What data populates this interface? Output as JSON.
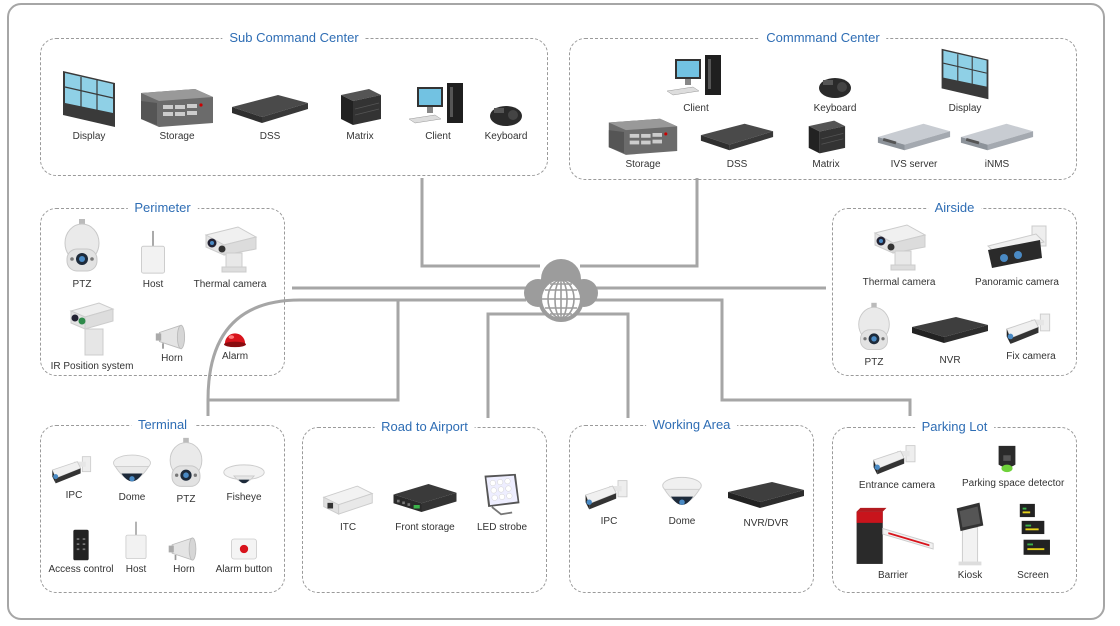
{
  "colors": {
    "title": "#2e6db4",
    "line": "#a6a6a6",
    "label": "#333333"
  },
  "hub": {
    "icon": "cloud-globe-icon"
  },
  "groups": [
    {
      "id": "sub-command-center",
      "title": "Sub Command Center",
      "devices": [
        {
          "label": "Display",
          "icon": "video-wall-icon"
        },
        {
          "label": "Storage",
          "icon": "storage-server-icon"
        },
        {
          "label": "DSS",
          "icon": "rack-server-icon"
        },
        {
          "label": "Matrix",
          "icon": "matrix-box-icon"
        },
        {
          "label": "Client",
          "icon": "desktop-pc-icon"
        },
        {
          "label": "Keyboard",
          "icon": "control-keyboard-icon"
        }
      ]
    },
    {
      "id": "command-center",
      "title": "Commmand Center",
      "devices": [
        {
          "label": "Client",
          "icon": "desktop-pc-icon"
        },
        {
          "label": "Keyboard",
          "icon": "control-keyboard-icon"
        },
        {
          "label": "Display",
          "icon": "video-wall-icon"
        },
        {
          "label": "Storage",
          "icon": "storage-server-icon"
        },
        {
          "label": "DSS",
          "icon": "rack-server-icon"
        },
        {
          "label": "Matrix",
          "icon": "matrix-box-icon"
        },
        {
          "label": "IVS server",
          "icon": "silver-server-icon"
        },
        {
          "label": "iNMS",
          "icon": "silver-server-icon"
        }
      ]
    },
    {
      "id": "perimeter",
      "title": "Perimeter",
      "devices": [
        {
          "label": "PTZ",
          "icon": "ptz-camera-icon"
        },
        {
          "label": "Host",
          "icon": "alarm-host-icon"
        },
        {
          "label": "Thermal camera",
          "icon": "thermal-camera-icon"
        },
        {
          "label": "IR Position system",
          "icon": "ir-positioning-camera-icon"
        },
        {
          "label": "Horn",
          "icon": "horn-icon"
        },
        {
          "label": "Alarm",
          "icon": "alarm-light-icon"
        }
      ]
    },
    {
      "id": "airside",
      "title": "Airside",
      "devices": [
        {
          "label": "Thermal camera",
          "icon": "thermal-camera-icon"
        },
        {
          "label": "Panoramic camera",
          "icon": "panoramic-camera-icon"
        },
        {
          "label": "PTZ",
          "icon": "ptz-camera-icon"
        },
        {
          "label": "NVR",
          "icon": "nvr-icon"
        },
        {
          "label": "Fix camera",
          "icon": "bullet-camera-icon"
        }
      ]
    },
    {
      "id": "terminal",
      "title": "Terminal",
      "devices": [
        {
          "label": "IPC",
          "icon": "bullet-camera-icon"
        },
        {
          "label": "Dome",
          "icon": "dome-camera-icon"
        },
        {
          "label": "PTZ",
          "icon": "ptz-camera-icon"
        },
        {
          "label": "Fisheye",
          "icon": "fisheye-camera-icon"
        },
        {
          "label": "Access control",
          "icon": "access-control-icon"
        },
        {
          "label": "Host",
          "icon": "alarm-host-icon"
        },
        {
          "label": "Horn",
          "icon": "horn-icon"
        },
        {
          "label": "Alarm button",
          "icon": "alarm-button-icon"
        }
      ]
    },
    {
      "id": "road-to-airport",
      "title": "Road to Airport",
      "devices": [
        {
          "label": "ITC",
          "icon": "itc-camera-icon"
        },
        {
          "label": "Front storage",
          "icon": "front-storage-icon"
        },
        {
          "label": "LED strobe",
          "icon": "led-strobe-icon"
        }
      ]
    },
    {
      "id": "working-area",
      "title": "Working Area",
      "devices": [
        {
          "label": "IPC",
          "icon": "bullet-camera-icon"
        },
        {
          "label": "Dome",
          "icon": "dome-camera-icon"
        },
        {
          "label": "NVR/DVR",
          "icon": "nvr-icon"
        }
      ]
    },
    {
      "id": "parking-lot",
      "title": "Parking Lot",
      "devices": [
        {
          "label": "Entrance camera",
          "icon": "bullet-camera-icon"
        },
        {
          "label": "Parking space detector",
          "icon": "parking-detector-icon"
        },
        {
          "label": "Barrier",
          "icon": "barrier-gate-icon"
        },
        {
          "label": "Kiosk",
          "icon": "kiosk-icon"
        },
        {
          "label": "Screen",
          "icon": "led-screen-icon"
        }
      ]
    }
  ]
}
